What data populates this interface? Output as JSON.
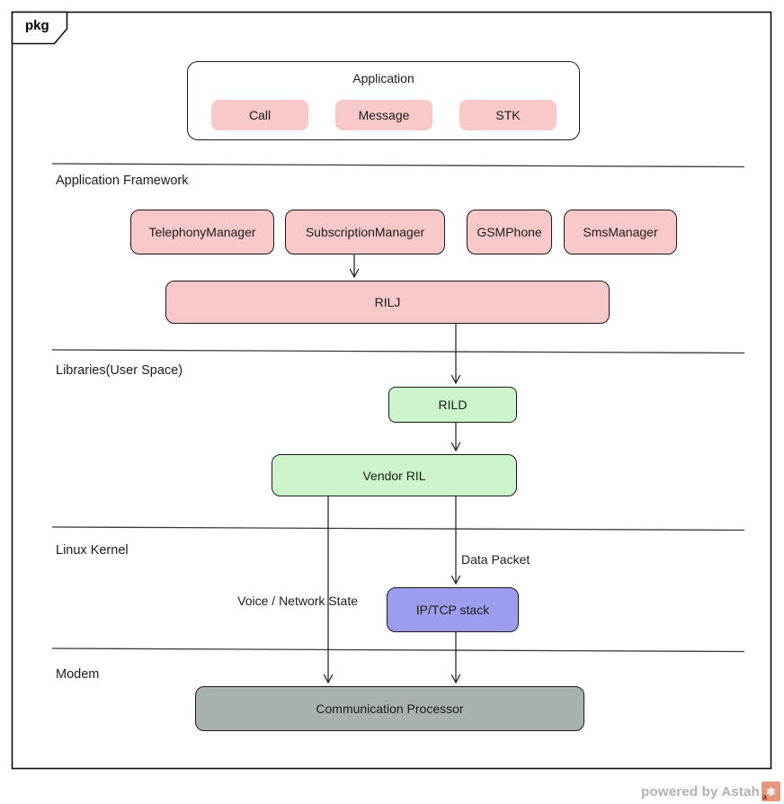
{
  "diagram": {
    "frame_tag": "pkg",
    "application": {
      "title": "Application",
      "components": [
        {
          "label": "Call"
        },
        {
          "label": "Message"
        },
        {
          "label": "STK"
        }
      ]
    },
    "application_framework": {
      "section_label": "Application Framework",
      "components": [
        {
          "label": "TelephonyManager"
        },
        {
          "label": "SubscriptionManager"
        },
        {
          "label": "GSMPhone"
        },
        {
          "label": "SmsManager"
        }
      ],
      "rilj_label": "RILJ"
    },
    "libraries": {
      "section_label": "Libraries(User Space)",
      "rild_label": "RILD",
      "vendor_ril_label": "Vendor RIL"
    },
    "linux_kernel": {
      "section_label": "Linux Kernel",
      "ip_tcp_label": "IP/TCP stack",
      "edge_labels": {
        "data_packet": "Data Packet",
        "voice_network": "Voice / Network State"
      }
    },
    "modem": {
      "section_label": "Modem",
      "comm_processor_label": "Communication Processor"
    }
  },
  "watermark": {
    "text": "powered by Astah",
    "logo_icon": "astah-logo",
    "logo_glyph": "✽"
  },
  "colors": {
    "component_pink": "#f9c8c8",
    "component_green": "#ccf5cc",
    "component_purple": "#9d9df0",
    "component_gray": "#a9b0b0",
    "line": "#1a1a1a",
    "watermark_text": "#b5b0ac",
    "watermark_logo": "#e9967f"
  }
}
